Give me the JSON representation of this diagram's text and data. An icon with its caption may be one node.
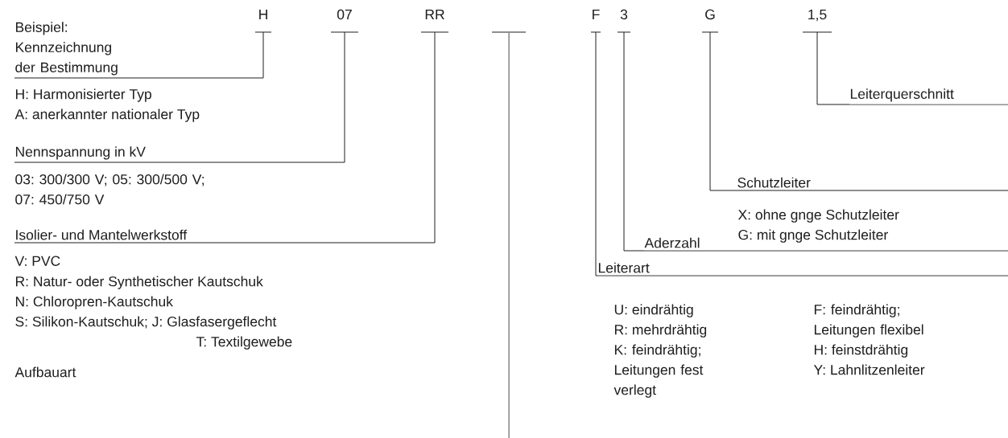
{
  "diagram": {
    "nodes": [
      {
        "text": [
          "H"
        ]
      },
      {
        "text": [
          "07"
        ]
      },
      {
        "text": [
          "RR"
        ]
      },
      {
        "text": [],
        "shape": "bar"
      },
      {
        "text": [
          "F"
        ]
      },
      {
        "text": [
          "3"
        ]
      },
      {
        "text": [
          "G"
        ]
      },
      {
        "text": [
          "1,5"
        ]
      },
      {
        "text": [
          "Beispiel: Kennzeichnung der Bestimmung"
        ]
      },
      {
        "text": [
          "Nennspannung in kV"
        ]
      },
      {
        "text": [
          "Isolier- und Mantelwerkstoff"
        ]
      },
      {
        "text": [
          "Leiterart"
        ]
      },
      {
        "text": [
          "Aderzahl"
        ]
      },
      {
        "text": [
          "Schutzleiter"
        ]
      },
      {
        "text": [
          "Leiterquerschnitt"
        ]
      }
    ],
    "edges": [
      {
        "from": 0,
        "to": 8,
        "arrow": "none"
      },
      {
        "from": 1,
        "to": 9,
        "arrow": "none"
      },
      {
        "from": 2,
        "to": 10,
        "arrow": "none"
      },
      {
        "from": 3,
        "to": null,
        "arrow": "none"
      },
      {
        "from": 4,
        "to": 11,
        "arrow": "none"
      },
      {
        "from": 5,
        "to": 12,
        "arrow": "none"
      },
      {
        "from": 6,
        "to": 13,
        "arrow": "none"
      },
      {
        "from": 7,
        "to": 14,
        "arrow": "none"
      }
    ],
    "labels": [
      "H: Harmonisierter Typ",
      "A: anerkannter nationaler Typ",
      "03: 300/300 V; 05: 300/500 V; 07: 450/750 V",
      "V: PVC",
      "R: Natur- oder Synthetischer Kautschuk",
      "N: Chloropren-Kautschuk",
      "S: Silikon-Kautschuk; J: Glasfasergeflecht",
      "T: Textilgewebe",
      "Aufbauart",
      "X: ohne gnge Schutzleiter",
      "G: mit gnge Schutzleiter",
      "U: eindrähtig",
      "R: mehrdrähtig",
      "K: feindrähtig; Leitungen fest verlegt",
      "F: feindrähtig; Leitungen flexibel",
      "H: feinstdrähtig",
      "Y: Lahnlitzenleiter"
    ]
  }
}
